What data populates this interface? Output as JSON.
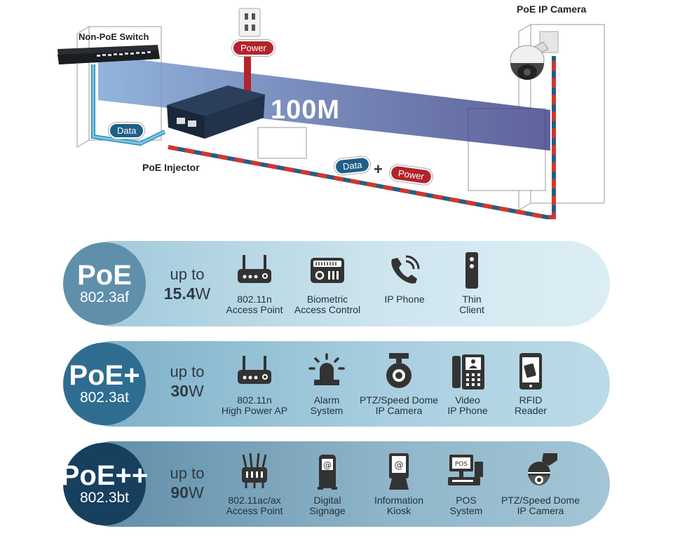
{
  "diagram": {
    "labels": {
      "switch": "Non-PoE Switch",
      "camera": "PoE IP Camera",
      "injector": "PoE Injector",
      "speed": "100M"
    },
    "tags": {
      "power_top": "Power",
      "data_left": "Data",
      "data_mid": "Data",
      "plus": "+",
      "power_mid": "Power"
    },
    "colors": {
      "data": "#1f5f86",
      "power": "#b3242b"
    }
  },
  "standards": [
    {
      "name": "PoE",
      "code": "802.3af",
      "upto": "up to",
      "watt_num": "15.4",
      "watt_unit": "W",
      "devices": [
        {
          "icon": "router-icon",
          "label": "802.11n\nAccess Point"
        },
        {
          "icon": "biometric-icon",
          "label": "Biometric\nAccess Control"
        },
        {
          "icon": "phone-icon",
          "label": "IP Phone"
        },
        {
          "icon": "thin-client-icon",
          "label": "Thin\nClient"
        }
      ]
    },
    {
      "name": "PoE+",
      "code": "802.3at",
      "upto": "up to",
      "watt_num": "30",
      "watt_unit": "W",
      "devices": [
        {
          "icon": "router-icon",
          "label": "802.11n\nHigh Power AP"
        },
        {
          "icon": "alarm-icon",
          "label": "Alarm\nSystem"
        },
        {
          "icon": "dome-camera-icon",
          "label": "PTZ/Speed Dome\nIP Camera"
        },
        {
          "icon": "video-phone-icon",
          "label": "Video\nIP Phone"
        },
        {
          "icon": "rfid-icon",
          "label": "RFID\nReader"
        }
      ]
    },
    {
      "name": "PoE++",
      "code": "802.3bt",
      "upto": "up to",
      "watt_num": "90",
      "watt_unit": "W",
      "devices": [
        {
          "icon": "ac-router-icon",
          "label": "802.11ac/ax\nAccess Point"
        },
        {
          "icon": "signage-icon",
          "label": "Digital\nSignage"
        },
        {
          "icon": "kiosk-icon",
          "label": "Information\nKiosk"
        },
        {
          "icon": "pos-icon",
          "label": "POS\nSystem",
          "screen_text": "POS"
        },
        {
          "icon": "ptz-camera-icon",
          "label": "PTZ/Speed Dome\nIP Camera"
        }
      ]
    }
  ]
}
